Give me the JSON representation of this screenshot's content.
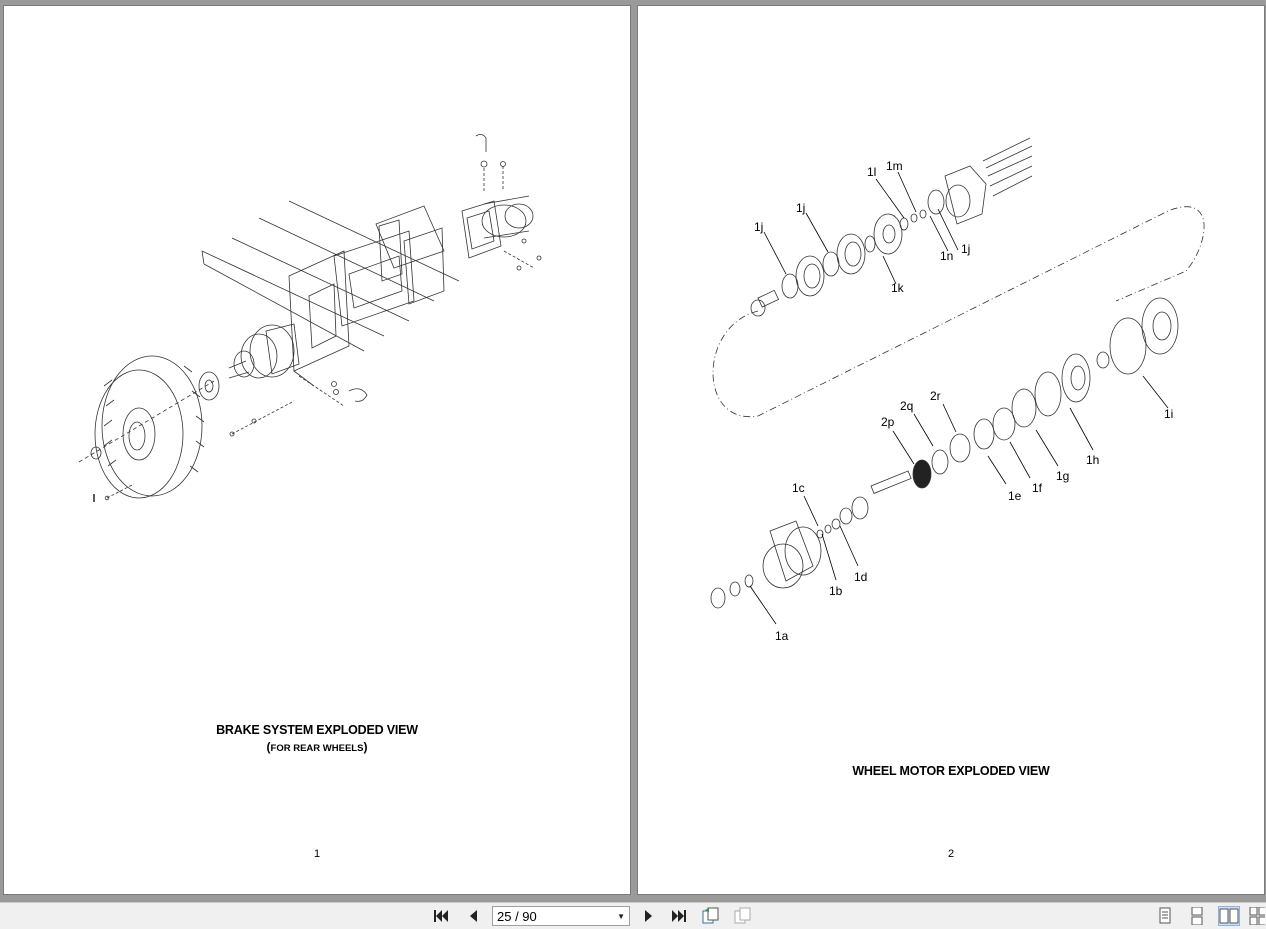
{
  "left_page": {
    "caption": "BRAKE SYSTEM EXPLODED VIEW",
    "subcaption_open": "(",
    "subcaption_main": "FOR REAR WHEELS",
    "subcaption_close": ")",
    "page_number": "1"
  },
  "right_page": {
    "caption": "WHEEL MOTOR EXPLODED VIEW",
    "page_number": "2",
    "callouts": [
      "1j",
      "1j",
      "1l",
      "1m",
      "1n",
      "1j",
      "1k",
      "1i",
      "1h",
      "1g",
      "1f",
      "1e",
      "2r",
      "2q",
      "2p",
      "1c",
      "1d",
      "1b",
      "1a"
    ]
  },
  "toolbar": {
    "page_value": "25 / 90",
    "icons": [
      "first-page-icon",
      "prev-page-icon",
      "next-page-icon",
      "last-page-icon",
      "rotate-icon",
      "fit-icon",
      "single-page-icon",
      "continuous-icon",
      "two-page-icon",
      "two-page-continuous-icon"
    ]
  }
}
